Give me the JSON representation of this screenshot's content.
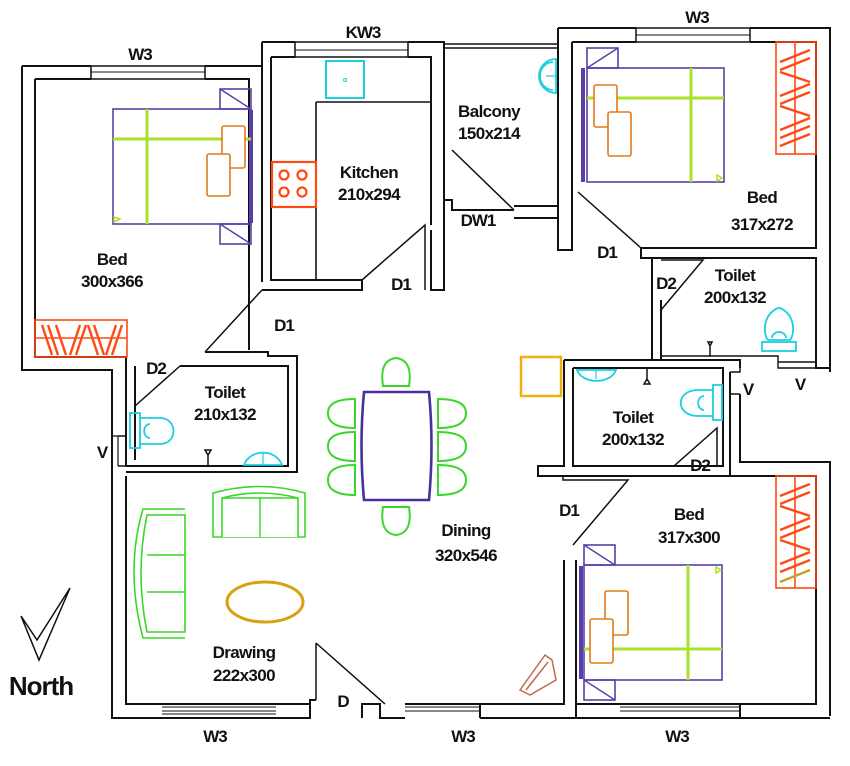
{
  "plan": {
    "title": "House floor plan",
    "compass_label": "North",
    "rooms": [
      {
        "id": "bed-left",
        "name": "Bed",
        "size": "300x366"
      },
      {
        "id": "kitchen",
        "name": "Kitchen",
        "size": "210x294"
      },
      {
        "id": "balcony",
        "name": "Balcony",
        "size": "150x214"
      },
      {
        "id": "bed-top-right",
        "name": "Bed",
        "size": "317x272"
      },
      {
        "id": "toilet-right-upper",
        "name": "Toilet",
        "size": "200x132"
      },
      {
        "id": "toilet-left",
        "name": "Toilet",
        "size": "210x132"
      },
      {
        "id": "toilet-center",
        "name": "Toilet",
        "size": "200x132"
      },
      {
        "id": "dining",
        "name": "Dining",
        "size": "320x546"
      },
      {
        "id": "bed-bottom-right",
        "name": "Bed",
        "size": "317x300"
      },
      {
        "id": "drawing",
        "name": "Drawing",
        "size": "222x300"
      }
    ],
    "openings": {
      "w3_top_left": "W3",
      "kw3_top": "KW3",
      "w3_top_right": "W3",
      "dw1": "DW1",
      "d1_kitchen": "D1",
      "d1_bed_left": "D1",
      "d1_bed_top_right": "D1",
      "d2_toilet_right": "D2",
      "d2_toilet_left": "D2",
      "d2_toilet_center": "D2",
      "d1_bed_bottom_right": "D1",
      "v_left": "V",
      "v_center": "V",
      "v_right": "V",
      "d_main": "D",
      "w3_bottom_left": "W3",
      "w3_bottom_center": "W3",
      "w3_bottom_right": "W3"
    },
    "colors": {
      "wall": "#111111",
      "bed_frame": "#5a3fa8",
      "bed_sheet": "#a8e22a",
      "pillow": "#e07a1a",
      "wardrobe": "#ff4a14",
      "sanitary": "#1ad0e0",
      "seating": "#3ad62a",
      "coffee_table": "#d9a010"
    }
  }
}
